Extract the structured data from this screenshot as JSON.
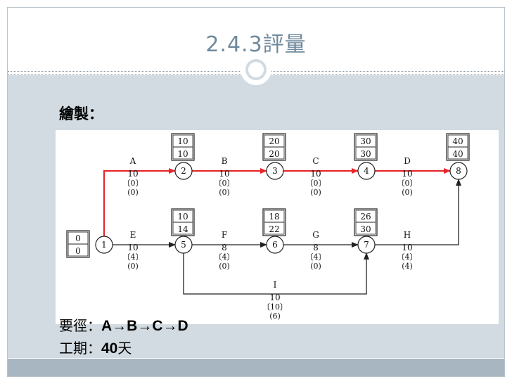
{
  "title": "2.4.3評量",
  "draw_label": "繪製：",
  "critical_path": {
    "label": "要徑：",
    "value": "A→B→C→D"
  },
  "duration": {
    "label": "工期：",
    "value": "40",
    "unit": "天"
  },
  "network": {
    "nodes": [
      {
        "id": "1",
        "es": "0",
        "lf": "0"
      },
      {
        "id": "2",
        "es": "10",
        "lf": "10"
      },
      {
        "id": "3",
        "es": "20",
        "lf": "20"
      },
      {
        "id": "4",
        "es": "30",
        "lf": "30"
      },
      {
        "id": "8",
        "es": "40",
        "lf": "40"
      },
      {
        "id": "5",
        "es": "10",
        "lf": "14"
      },
      {
        "id": "6",
        "es": "18",
        "lf": "22"
      },
      {
        "id": "7",
        "es": "26",
        "lf": "30"
      }
    ],
    "activities": [
      {
        "name": "A",
        "from": "1",
        "to": "2",
        "time": "10",
        "total_float": "〔0〕",
        "free_float": "(0)",
        "critical": true
      },
      {
        "name": "B",
        "from": "2",
        "to": "3",
        "time": "10",
        "total_float": "〔0〕",
        "free_float": "(0)",
        "critical": true
      },
      {
        "name": "C",
        "from": "3",
        "to": "4",
        "time": "10",
        "total_float": "〔0〕",
        "free_float": "(0)",
        "critical": true
      },
      {
        "name": "D",
        "from": "4",
        "to": "8",
        "time": "10",
        "total_float": "〔0〕",
        "free_float": "(0)",
        "critical": true
      },
      {
        "name": "E",
        "from": "1",
        "to": "5",
        "time": "10",
        "total_float": "〔4〕",
        "free_float": "(0)",
        "critical": false
      },
      {
        "name": "F",
        "from": "5",
        "to": "6",
        "time": "8",
        "total_float": "〔4〕",
        "free_float": "(0)",
        "critical": false
      },
      {
        "name": "G",
        "from": "6",
        "to": "7",
        "time": "8",
        "total_float": "〔4〕",
        "free_float": "(0)",
        "critical": false
      },
      {
        "name": "H",
        "from": "7",
        "to": "8",
        "time": "10",
        "total_float": "〔4〕",
        "free_float": "(4)",
        "critical": false
      },
      {
        "name": "I",
        "from": "5",
        "to": "7",
        "time": "10",
        "total_float": "〔10〕",
        "free_float": "(6)",
        "critical": false
      }
    ]
  },
  "colors": {
    "critical": "#e8262a",
    "normal": "#222222",
    "title": "#6f8a9c",
    "panel": "#d2dbe1"
  }
}
